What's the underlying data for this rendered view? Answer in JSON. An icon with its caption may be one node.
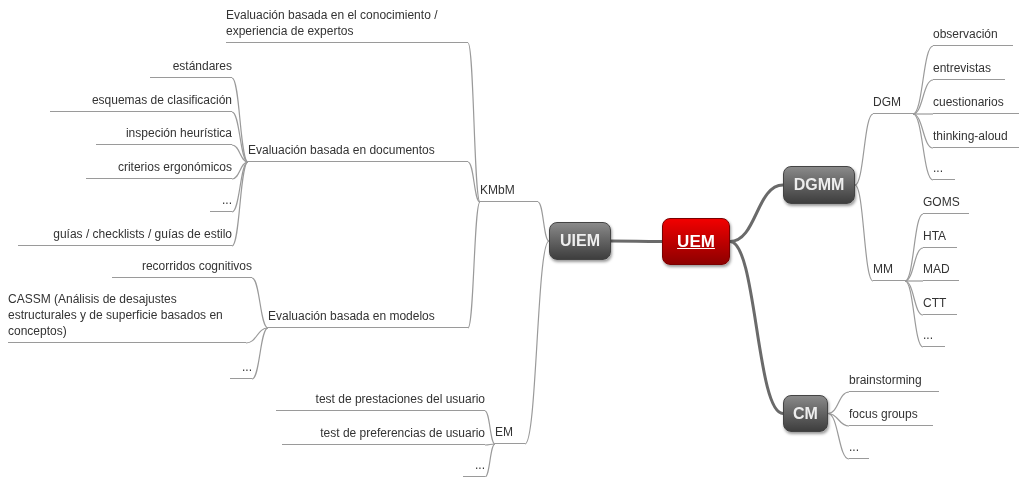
{
  "diagram": {
    "nodes": [
      {
        "text": [
          "UEM"
        ]
      },
      {
        "text": [
          "UIEM"
        ]
      },
      {
        "text": [
          "KMbM"
        ]
      },
      {
        "text": [
          "Evaluación basada en el conocimiento / experiencia de expertos"
        ]
      },
      {
        "text": [
          "Evaluación basada en documentos"
        ]
      },
      {
        "text": [
          "estándares"
        ]
      },
      {
        "text": [
          "esquemas de clasificación"
        ]
      },
      {
        "text": [
          "inspeción heurística"
        ]
      },
      {
        "text": [
          "criterios ergonómicos"
        ]
      },
      {
        "text": [
          "..."
        ]
      },
      {
        "text": [
          "guías / checklists / guías de estilo"
        ]
      },
      {
        "text": [
          "Evaluación basada en modelos"
        ]
      },
      {
        "text": [
          "recorridos cognitivos"
        ]
      },
      {
        "text": [
          "CASSM (Análisis de desajustes estructurales y de superficie basados en conceptos)"
        ]
      },
      {
        "text": [
          "..."
        ]
      },
      {
        "text": [
          "EM"
        ]
      },
      {
        "text": [
          "test de prestaciones del usuario"
        ]
      },
      {
        "text": [
          "test de preferencias de usuario"
        ]
      },
      {
        "text": [
          "..."
        ]
      },
      {
        "text": [
          "DGMM"
        ]
      },
      {
        "text": [
          "DGM"
        ]
      },
      {
        "text": [
          "observación"
        ]
      },
      {
        "text": [
          "entrevistas"
        ]
      },
      {
        "text": [
          "cuestionarios"
        ]
      },
      {
        "text": [
          "thinking-aloud"
        ]
      },
      {
        "text": [
          "..."
        ]
      },
      {
        "text": [
          "MM"
        ]
      },
      {
        "text": [
          "GOMS"
        ]
      },
      {
        "text": [
          "HTA"
        ]
      },
      {
        "text": [
          "MAD"
        ]
      },
      {
        "text": [
          "CTT"
        ]
      },
      {
        "text": [
          "..."
        ]
      },
      {
        "text": [
          "CM"
        ]
      },
      {
        "text": [
          "brainstorming"
        ]
      },
      {
        "text": [
          "focus groups"
        ]
      },
      {
        "text": [
          "..."
        ]
      }
    ],
    "edges": [
      {
        "from": 0,
        "to": 1,
        "arrow": "none",
        "style": "thick"
      },
      {
        "from": 0,
        "to": 19,
        "arrow": "none",
        "style": "thick"
      },
      {
        "from": 0,
        "to": 32,
        "arrow": "none",
        "style": "thick"
      },
      {
        "from": 1,
        "to": 2,
        "arrow": "none"
      },
      {
        "from": 1,
        "to": 15,
        "arrow": "none"
      },
      {
        "from": 2,
        "to": 3,
        "arrow": "none"
      },
      {
        "from": 2,
        "to": 4,
        "arrow": "none"
      },
      {
        "from": 2,
        "to": 11,
        "arrow": "none"
      },
      {
        "from": 4,
        "to": 5,
        "arrow": "none"
      },
      {
        "from": 4,
        "to": 6,
        "arrow": "none"
      },
      {
        "from": 4,
        "to": 7,
        "arrow": "none"
      },
      {
        "from": 4,
        "to": 8,
        "arrow": "none"
      },
      {
        "from": 4,
        "to": 9,
        "arrow": "none"
      },
      {
        "from": 4,
        "to": 10,
        "arrow": "none"
      },
      {
        "from": 11,
        "to": 12,
        "arrow": "none"
      },
      {
        "from": 11,
        "to": 13,
        "arrow": "none"
      },
      {
        "from": 11,
        "to": 14,
        "arrow": "none"
      },
      {
        "from": 15,
        "to": 16,
        "arrow": "none"
      },
      {
        "from": 15,
        "to": 17,
        "arrow": "none"
      },
      {
        "from": 15,
        "to": 18,
        "arrow": "none"
      },
      {
        "from": 19,
        "to": 20,
        "arrow": "none"
      },
      {
        "from": 19,
        "to": 26,
        "arrow": "none"
      },
      {
        "from": 20,
        "to": 21,
        "arrow": "none"
      },
      {
        "from": 20,
        "to": 22,
        "arrow": "none"
      },
      {
        "from": 20,
        "to": 23,
        "arrow": "none"
      },
      {
        "from": 20,
        "to": 24,
        "arrow": "none"
      },
      {
        "from": 20,
        "to": 25,
        "arrow": "none"
      },
      {
        "from": 26,
        "to": 27,
        "arrow": "none"
      },
      {
        "from": 26,
        "to": 28,
        "arrow": "none"
      },
      {
        "from": 26,
        "to": 29,
        "arrow": "none"
      },
      {
        "from": 26,
        "to": 30,
        "arrow": "none"
      },
      {
        "from": 26,
        "to": 31,
        "arrow": "none"
      },
      {
        "from": 32,
        "to": 33,
        "arrow": "none"
      },
      {
        "from": 32,
        "to": 34,
        "arrow": "none"
      },
      {
        "from": 32,
        "to": 35,
        "arrow": "none"
      }
    ]
  }
}
